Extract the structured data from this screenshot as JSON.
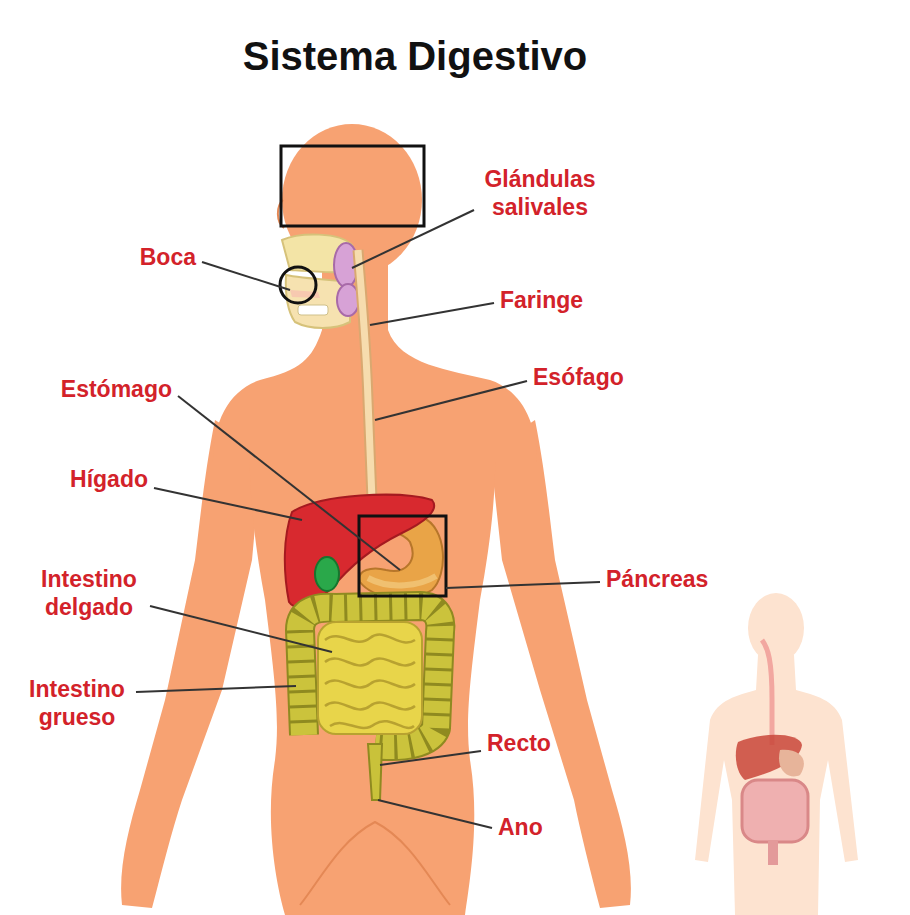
{
  "diagram": {
    "title": "Sistema Digestivo",
    "labels": [
      "Glándulas salivales",
      "Boca",
      "Faringe",
      "Esófago",
      "Estómago",
      "Hígado",
      "Intestino delgado",
      "Páncreas",
      "Intestino grueso",
      "Recto",
      "Ano"
    ]
  }
}
